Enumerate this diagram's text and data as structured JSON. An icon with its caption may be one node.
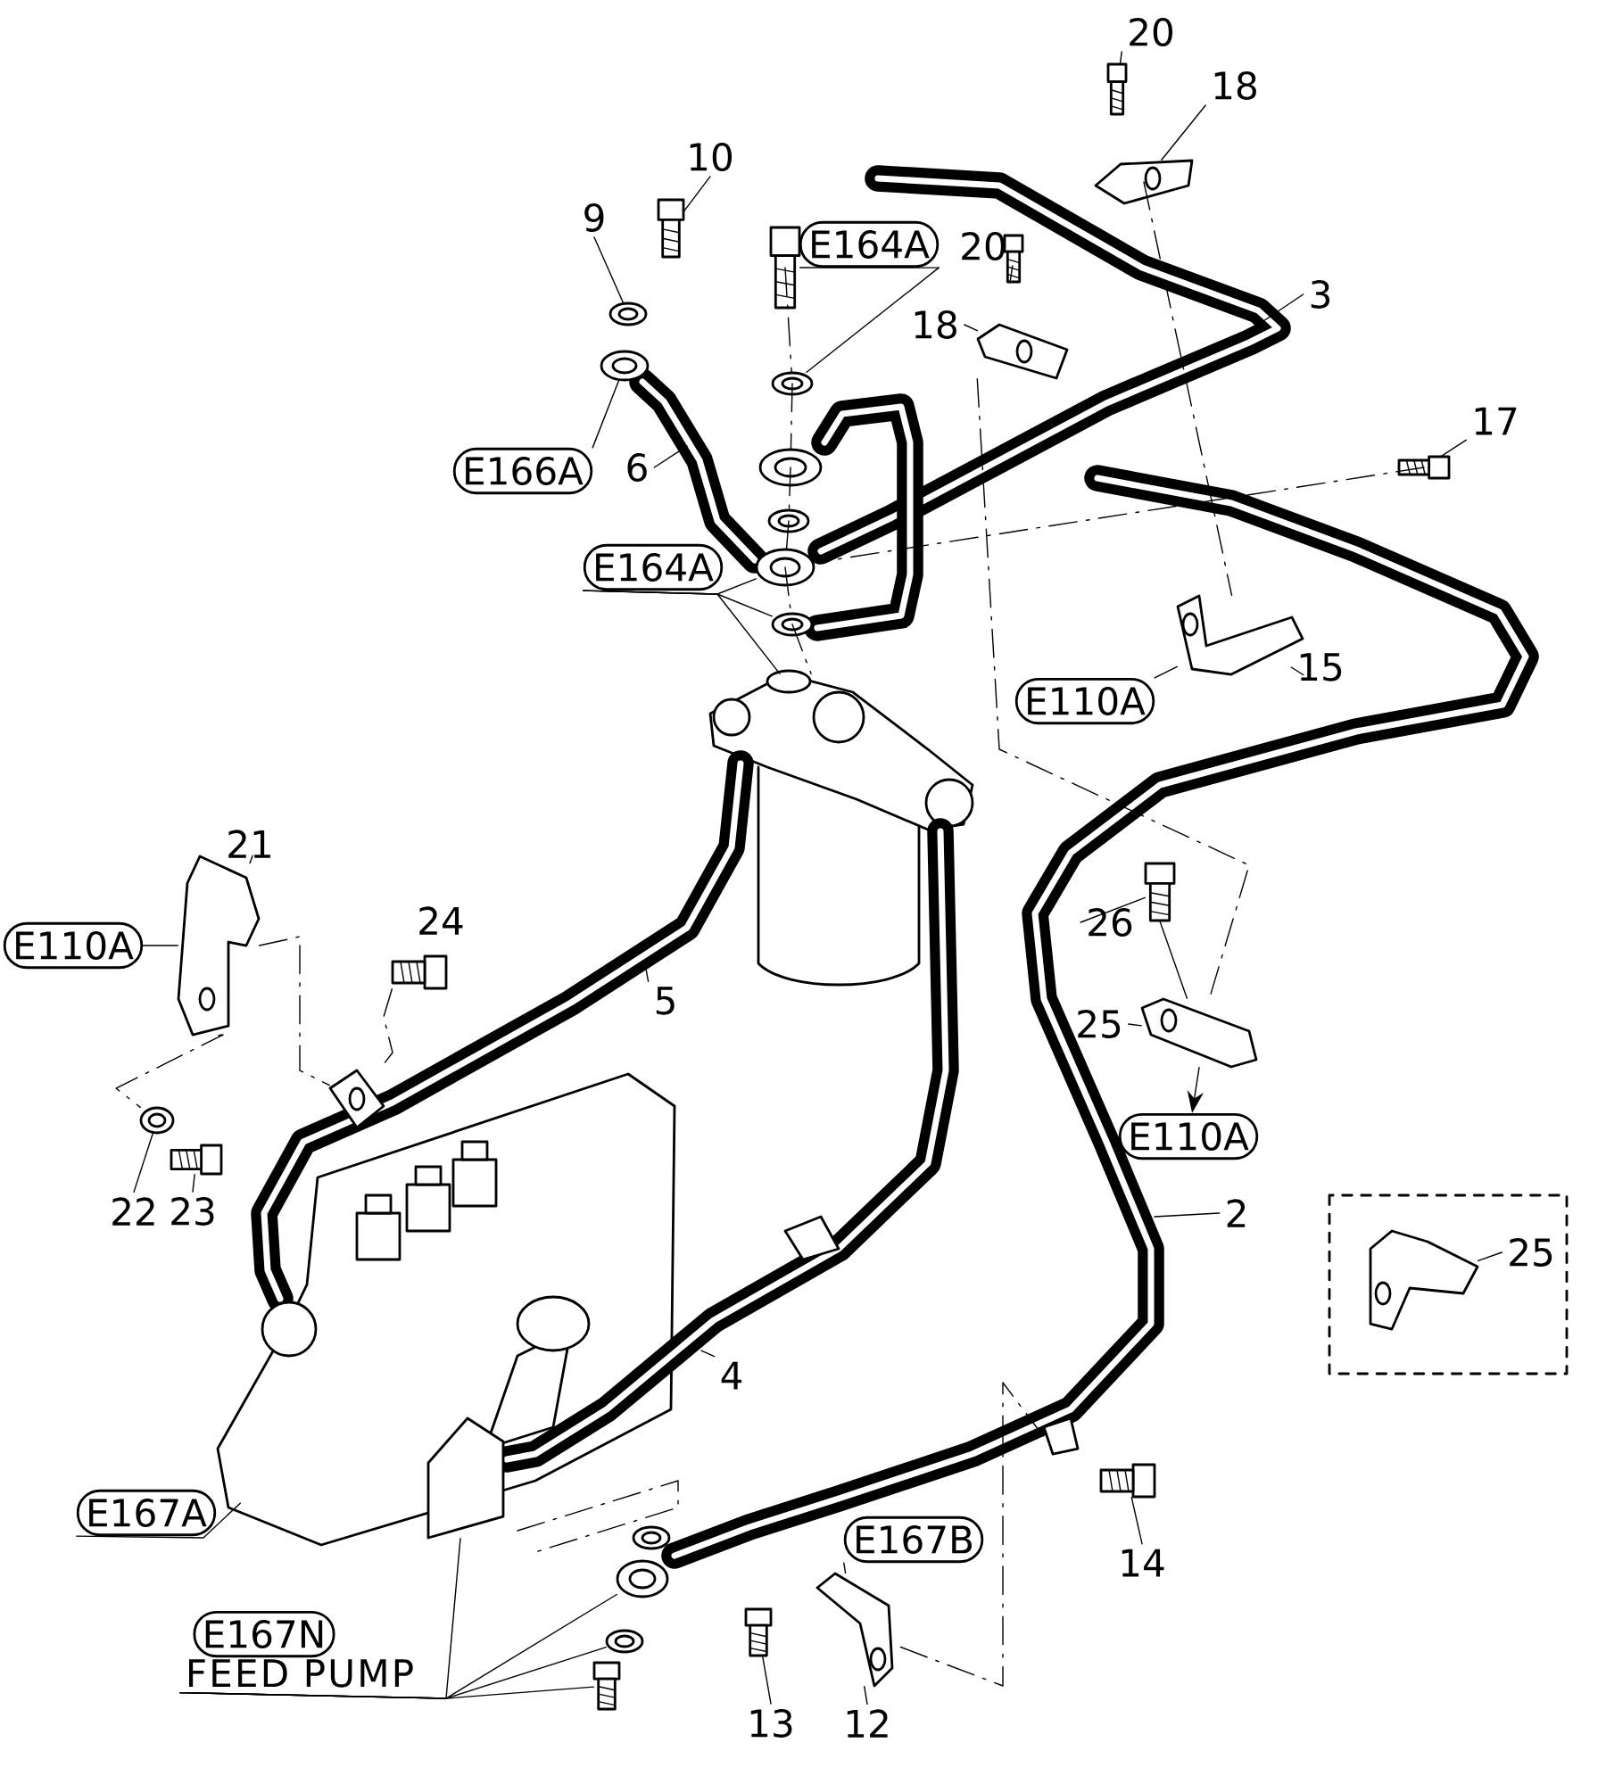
{
  "diagram": {
    "nodes": [
      {
        "text": [
          "20"
        ]
      },
      {
        "text": [
          "18"
        ]
      },
      {
        "text": [
          "10"
        ]
      },
      {
        "text": [
          "9"
        ]
      },
      {
        "text": [
          "E164A"
        ]
      },
      {
        "text": [
          "20"
        ]
      },
      {
        "text": [
          "3"
        ]
      },
      {
        "text": [
          "18"
        ]
      },
      {
        "text": [
          "17"
        ]
      },
      {
        "text": [
          "E166A"
        ]
      },
      {
        "text": [
          "6"
        ]
      },
      {
        "text": [
          "E164A"
        ]
      },
      {
        "text": [
          "15"
        ]
      },
      {
        "text": [
          "E110A"
        ]
      },
      {
        "text": [
          "21"
        ]
      },
      {
        "text": [
          "E110A"
        ]
      },
      {
        "text": [
          "5"
        ]
      },
      {
        "text": [
          "26"
        ]
      },
      {
        "text": [
          "25"
        ]
      },
      {
        "text": [
          "E110A"
        ]
      },
      {
        "text": [
          "22"
        ]
      },
      {
        "text": [
          "23"
        ]
      },
      {
        "text": [
          "2"
        ]
      },
      {
        "text": [
          "25"
        ]
      },
      {
        "text": [
          "4"
        ]
      },
      {
        "text": [
          "E167A"
        ]
      },
      {
        "text": [
          "14"
        ]
      },
      {
        "text": [
          "E167B"
        ]
      },
      {
        "text": [
          "E167N"
        ]
      },
      {
        "text": [
          "FEED PUMP"
        ]
      },
      {
        "text": [
          "13"
        ]
      },
      {
        "text": [
          "12"
        ]
      },
      {
        "text": [],
        "shape": "picture"
      },
      {
        "text": [],
        "shape": "picture"
      },
      {
        "text": [],
        "shape": "picture"
      },
      {
        "text": [],
        "shape": "picture"
      },
      {
        "text": [],
        "shape": "picture"
      },
      {
        "text": [],
        "shape": "picture"
      },
      {
        "text": [],
        "shape": "picture"
      },
      {
        "text": [],
        "shape": "picture"
      },
      {
        "text": [],
        "shape": "picture"
      },
      {
        "text": [],
        "shape": "picture"
      },
      {
        "text": [],
        "shape": "picture"
      },
      {
        "text": [],
        "shape": "picture"
      },
      {
        "text": [],
        "shape": "picture"
      },
      {
        "text": [],
        "shape": "picture"
      },
      {
        "text": [],
        "shape": "picture"
      },
      {
        "text": [],
        "shape": "picture"
      },
      {
        "text": [],
        "shape": "picture"
      },
      {
        "text": [],
        "shape": "picture"
      },
      {
        "text": [],
        "shape": "picture"
      },
      {
        "text": [],
        "shape": "picture"
      },
      {
        "text": [],
        "shape": "picture"
      },
      {
        "text": [],
        "shape": "picture"
      },
      {
        "text": [],
        "shape": "picture"
      },
      {
        "text": [],
        "shape": "picture",
        "in": 54
      },
      {
        "text": [],
        "shape": "picture"
      },
      {
        "text": [],
        "shape": "picture"
      },
      {
        "text": [],
        "shape": "picture"
      },
      {
        "text": [],
        "shape": "picture"
      },
      {
        "text": [],
        "shape": "picture"
      },
      {
        "text": [],
        "shape": "picture"
      },
      {
        "text": [],
        "shape": "picture"
      },
      {
        "text": [],
        "shape": "picture"
      },
      {
        "text": [],
        "shape": "picture"
      },
      {
        "text": [],
        "shape": "picture"
      }
    ],
    "edges": [
      {
        "from": 0,
        "to": 32,
        "arrow": "none"
      },
      {
        "from": 1,
        "to": 33,
        "arrow": "none"
      },
      {
        "from": 2,
        "to": 34,
        "arrow": "none"
      },
      {
        "from": 3,
        "to": 35,
        "arrow": "none"
      },
      {
        "from": 4,
        "to": 36,
        "arrow": "none"
      },
      {
        "from": 4,
        "to": 37,
        "arrow": "none"
      },
      {
        "from": 5,
        "to": 38,
        "arrow": "none"
      },
      {
        "from": 6,
        "to": null,
        "arrow": "none"
      },
      {
        "from": 7,
        "to": 39,
        "arrow": "none"
      },
      {
        "from": 8,
        "to": 40,
        "arrow": "none"
      },
      {
        "from": 9,
        "to": 41,
        "arrow": "none"
      },
      {
        "from": 10,
        "to": null,
        "arrow": "none"
      },
      {
        "from": 11,
        "to": 44,
        "arrow": "none"
      },
      {
        "from": 11,
        "to": 45,
        "arrow": "none"
      },
      {
        "from": 11,
        "to": 46,
        "arrow": "none"
      },
      {
        "from": 12,
        "to": 47,
        "arrow": "none"
      },
      {
        "from": 13,
        "to": 47,
        "arrow": "none"
      },
      {
        "from": 14,
        "to": 48,
        "arrow": "none"
      },
      {
        "from": 15,
        "to": 48,
        "arrow": "none"
      },
      {
        "from": 16,
        "to": null,
        "arrow": "none"
      },
      {
        "from": 17,
        "to": 49,
        "arrow": "none"
      },
      {
        "from": 18,
        "to": 50,
        "arrow": "none"
      },
      {
        "from": 50,
        "to": 19,
        "arrow": "to"
      },
      {
        "from": 20,
        "to": 51,
        "arrow": "none"
      },
      {
        "from": 21,
        "to": 52,
        "arrow": "none"
      },
      {
        "from": 22,
        "to": null,
        "arrow": "none"
      },
      {
        "from": 23,
        "to": 53,
        "arrow": "none"
      },
      {
        "from": 24,
        "to": null,
        "arrow": "none"
      },
      {
        "from": 25,
        "to": 54,
        "arrow": "none"
      },
      {
        "from": 26,
        "to": 60,
        "arrow": "none"
      },
      {
        "from": 27,
        "to": 61,
        "arrow": "none"
      },
      {
        "from": 29,
        "to": 55,
        "arrow": "none"
      },
      {
        "from": 29,
        "to": 57,
        "arrow": "none"
      },
      {
        "from": 29,
        "to": 58,
        "arrow": "none"
      },
      {
        "from": 29,
        "to": 59,
        "arrow": "none"
      },
      {
        "from": 30,
        "to": 62,
        "arrow": "none"
      },
      {
        "from": 31,
        "to": 61,
        "arrow": "none"
      },
      {
        "from": 36,
        "to": 37,
        "arrow": "none",
        "style": "dashed"
      },
      {
        "from": 37,
        "to": 42,
        "arrow": "none",
        "style": "dashed"
      },
      {
        "from": 42,
        "to": 43,
        "arrow": "none",
        "style": "dashed"
      },
      {
        "from": 43,
        "to": 44,
        "arrow": "none",
        "style": "dashed"
      },
      {
        "from": 44,
        "to": 45,
        "arrow": "none",
        "style": "dashed"
      },
      {
        "from": 45,
        "to": 46,
        "arrow": "none",
        "style": "dashed"
      },
      {
        "from": 33,
        "to": 47,
        "arrow": "none",
        "style": "dashed"
      },
      {
        "from": 39,
        "to": 50,
        "arrow": "none",
        "style": "dashed"
      },
      {
        "from": 40,
        "to": 44,
        "arrow": "none",
        "style": "dashed"
      },
      {
        "from": 48,
        "to": 63,
        "arrow": "none",
        "style": "dashed"
      },
      {
        "from": 48,
        "to": 51,
        "arrow": "none",
        "style": "dashed"
      },
      {
        "from": 64,
        "to": 63,
        "arrow": "none",
        "style": "dashed"
      },
      {
        "from": 65,
        "to": 61,
        "arrow": "none",
        "style": "dashed"
      },
      {
        "from": 49,
        "to": 50,
        "arrow": "none"
      }
    ],
    "labels": [
      "24"
    ]
  }
}
